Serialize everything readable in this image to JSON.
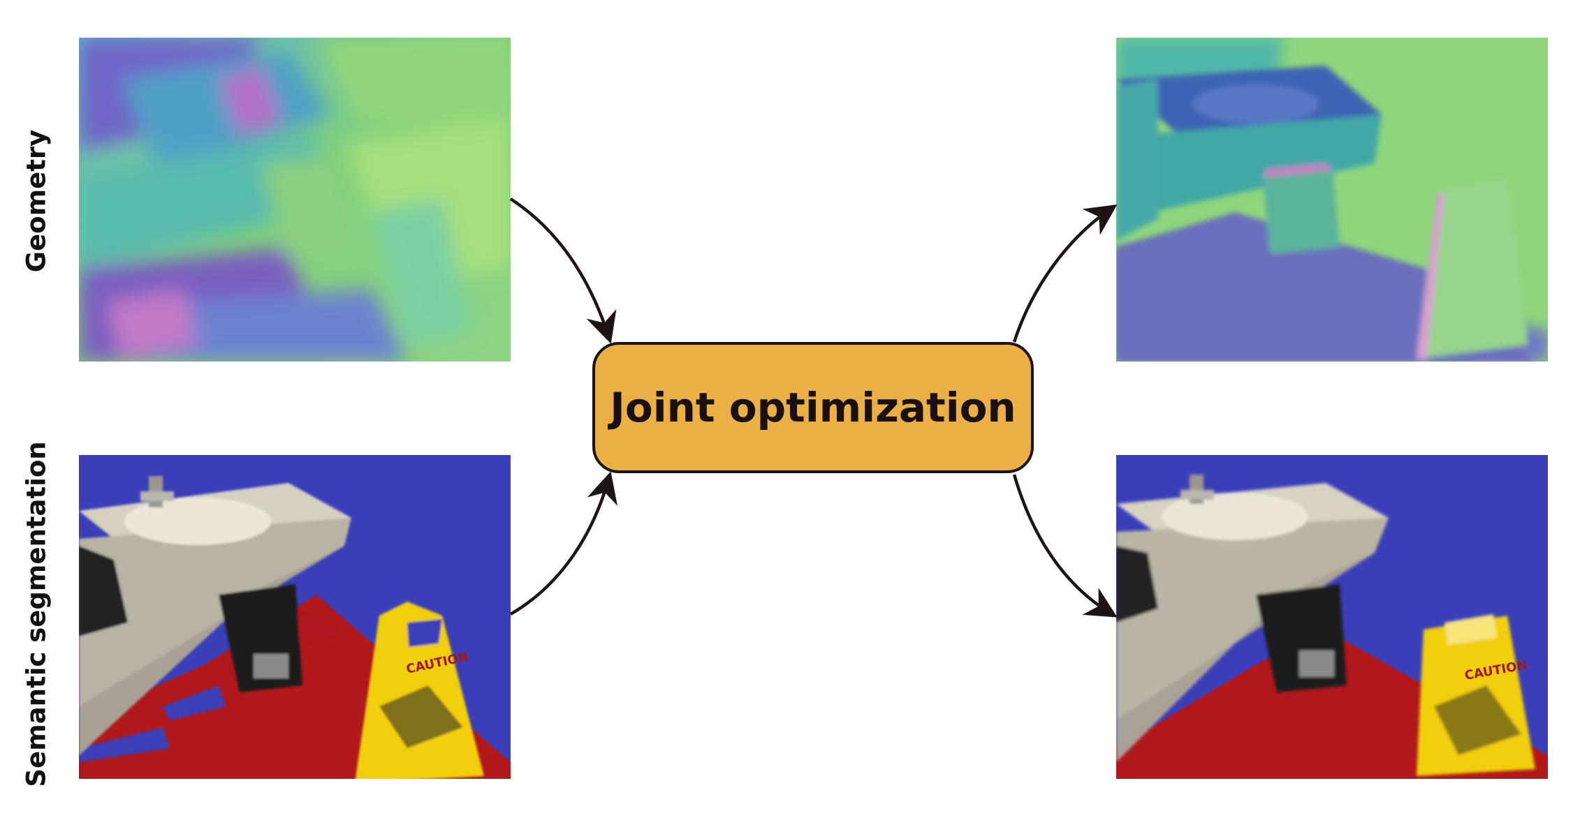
{
  "labels": {
    "geometry": "Geometry",
    "semantic": "Semantic segmentation"
  },
  "center": {
    "label": "Joint optimization",
    "fill_color": "#eab046",
    "border_color": "#1a1414"
  },
  "panels": {
    "geometry_input": {
      "kind": "surface-normal-map",
      "state": "noisy"
    },
    "geometry_output": {
      "kind": "surface-normal-map",
      "state": "refined"
    },
    "semantic_input": {
      "kind": "semantic-label-overlay",
      "state": "noisy"
    },
    "semantic_output": {
      "kind": "semantic-label-overlay",
      "state": "refined"
    },
    "caution_sign_text": "CAUTION"
  },
  "colors": {
    "arrow": "#1e1414",
    "wall_label": "#3a3fb8",
    "floor_label": "#b0181c",
    "sink": "#d6d0bf",
    "sign": "#f2cf10"
  }
}
